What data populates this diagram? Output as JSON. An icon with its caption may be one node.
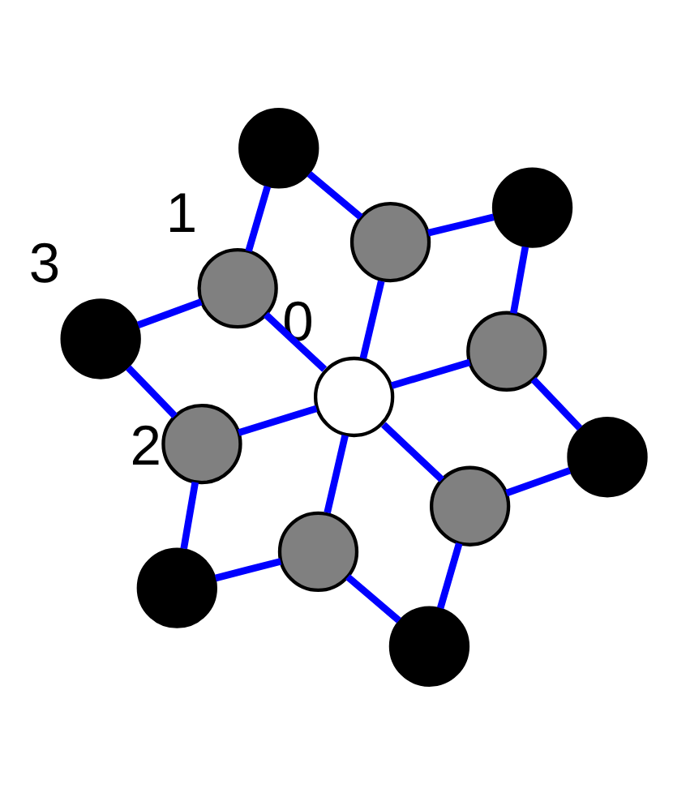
{
  "diagram": {
    "nodes": [
      {
        "text": [],
        "shape": "circle",
        "beside": [
          "3"
        ]
      },
      {
        "text": [],
        "shape": "circle"
      },
      {
        "text": [],
        "shape": "circle",
        "beside": [
          "2"
        ]
      },
      {
        "text": [],
        "shape": "circle",
        "beside": [
          "1"
        ]
      },
      {
        "text": [],
        "shape": "circle"
      },
      {
        "text": [],
        "shape": "circle"
      },
      {
        "text": [],
        "shape": "circle",
        "beside": [
          "0"
        ]
      },
      {
        "text": [],
        "shape": "circle"
      },
      {
        "text": [],
        "shape": "circle"
      },
      {
        "text": [],
        "shape": "circle"
      },
      {
        "text": [],
        "shape": "circle"
      },
      {
        "text": [],
        "shape": "circle"
      },
      {
        "text": [],
        "shape": "circle"
      }
    ],
    "edges": [
      {
        "from": 0,
        "to": 2,
        "arrow": "none"
      },
      {
        "from": 0,
        "to": 3,
        "arrow": "none"
      },
      {
        "from": 1,
        "to": 2,
        "arrow": "none"
      },
      {
        "from": 1,
        "to": 5,
        "arrow": "none"
      },
      {
        "from": 4,
        "to": 3,
        "arrow": "none"
      },
      {
        "from": 4,
        "to": 7,
        "arrow": "none"
      },
      {
        "from": 2,
        "to": 6,
        "arrow": "none"
      },
      {
        "from": 3,
        "to": 6,
        "arrow": "none"
      },
      {
        "from": 5,
        "to": 6,
        "arrow": "none"
      },
      {
        "from": 7,
        "to": 6,
        "arrow": "none"
      },
      {
        "from": 9,
        "to": 6,
        "arrow": "none"
      },
      {
        "from": 10,
        "to": 6,
        "arrow": "none"
      },
      {
        "from": 8,
        "to": 5,
        "arrow": "none"
      },
      {
        "from": 8,
        "to": 9,
        "arrow": "none"
      },
      {
        "from": 11,
        "to": 7,
        "arrow": "none"
      },
      {
        "from": 11,
        "to": 10,
        "arrow": "none"
      },
      {
        "from": 12,
        "to": 9,
        "arrow": "none"
      },
      {
        "from": 12,
        "to": 10,
        "arrow": "none"
      }
    ]
  }
}
